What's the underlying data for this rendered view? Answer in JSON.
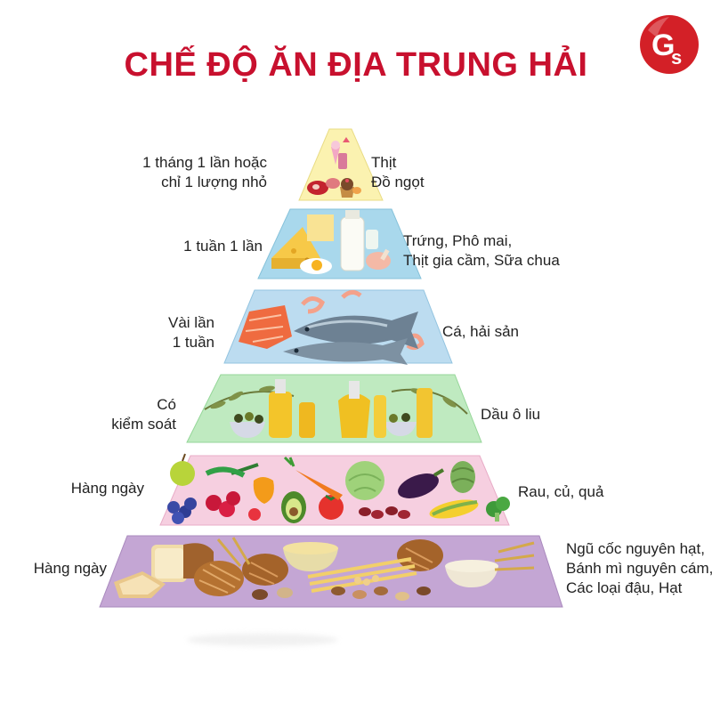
{
  "title": "CHẾ ĐỘ ĂN ĐỊA TRUNG HẢI",
  "logo": {
    "letters": "GS",
    "color": "#d32027"
  },
  "colors": {
    "title": "#c8102e",
    "tier1": "#fbf2b0",
    "tier2": "#a9d8ec",
    "tier3": "#bcdcf0",
    "tier4": "#bfeac0",
    "tier5": "#f6cfe0",
    "tier6": "#c4a6d4"
  },
  "tiers": [
    {
      "frequency_lines": [
        "1 tháng 1 lần hoặc",
        "chỉ 1 lượng nhỏ"
      ],
      "foods_lines": [
        "Thịt",
        "Đồ ngọt"
      ]
    },
    {
      "frequency_lines": [
        "1 tuần 1 lần"
      ],
      "foods_lines": [
        "Trứng, Phô mai,",
        "Thịt gia cầm, Sữa chua"
      ]
    },
    {
      "frequency_lines": [
        "Vài lần",
        "1 tuần"
      ],
      "foods_lines": [
        "Cá, hải sản"
      ]
    },
    {
      "frequency_lines": [
        "Có",
        "kiểm soát"
      ],
      "foods_lines": [
        "Dầu ô liu"
      ]
    },
    {
      "frequency_lines": [
        "Hàng ngày"
      ],
      "foods_lines": [
        "Rau, củ, quả"
      ]
    },
    {
      "frequency_lines": [
        "Hàng ngày"
      ],
      "foods_lines": [
        "Ngũ cốc nguyên hạt,",
        "Bánh mì nguyên cám,",
        "Các loại đậu, Hạt"
      ]
    }
  ]
}
